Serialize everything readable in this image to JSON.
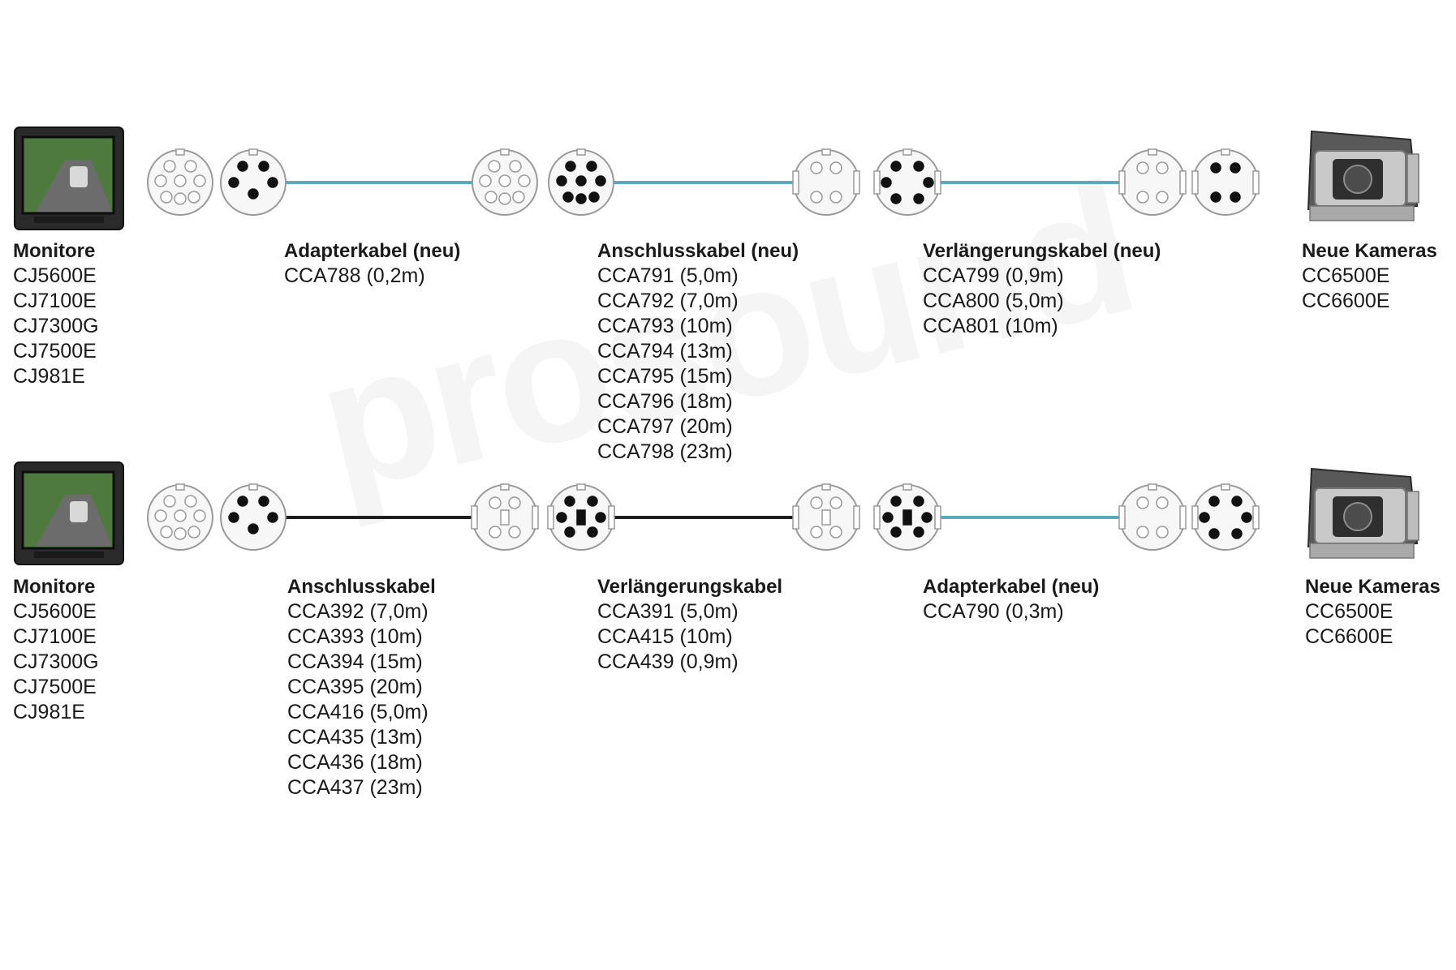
{
  "watermark": "prosound",
  "colors": {
    "cable_new": "#5aa9bd",
    "cable_old": "#1e1e1e",
    "connector_fill": "#f7f7f7",
    "connector_stroke": "#9a9a9a",
    "pin_filled": "#111111"
  },
  "row1": {
    "monitors": {
      "title": "Monitore",
      "items": [
        "CJ5600E",
        "CJ7100E",
        "CJ7300G",
        "CJ7500E",
        "CJ981E"
      ]
    },
    "cable1": {
      "title": "Adapterkabel (neu)",
      "items": [
        "CCA788 (0,2m)"
      ]
    },
    "cable2": {
      "title": "Anschlusskabel (neu)",
      "items": [
        "CCA791 (5,0m)",
        "CCA792 (7,0m)",
        "CCA793 (10m)",
        "CCA794 (13m)",
        "CCA795 (15m)",
        "CCA796 (18m)",
        "CCA797 (20m)",
        "CCA798 (23m)"
      ]
    },
    "cable3": {
      "title": "Verlängerungskabel (neu)",
      "items": [
        "CCA799 (0,9m)",
        "CCA800 (5,0m)",
        "CCA801 (10m)"
      ]
    },
    "cameras": {
      "title": "Neue Kameras",
      "items": [
        "CC6500E",
        "CC6600E"
      ]
    }
  },
  "row2": {
    "monitors": {
      "title": "Monitore",
      "items": [
        "CJ5600E",
        "CJ7100E",
        "CJ7300G",
        "CJ7500E",
        "CJ981E"
      ]
    },
    "cable1": {
      "title": "Anschlusskabel",
      "items": [
        "CCA392 (7,0m)",
        "CCA393 (10m)",
        "CCA394 (15m)",
        "CCA395 (20m)",
        "CCA416 (5,0m)",
        "CCA435 (13m)",
        "CCA436 (18m)",
        "CCA437 (23m)"
      ]
    },
    "cable2": {
      "title": "Verlängerungskabel",
      "items": [
        "CCA391 (5,0m)",
        "CCA415 (10m)",
        "CCA439 (0,9m)"
      ]
    },
    "cable3": {
      "title": "Adapterkabel (neu)",
      "items": [
        "CCA790 (0,3m)"
      ]
    },
    "cameras": {
      "title": "Neue Kameras",
      "items": [
        "CC6500E",
        "CC6600E"
      ]
    }
  }
}
